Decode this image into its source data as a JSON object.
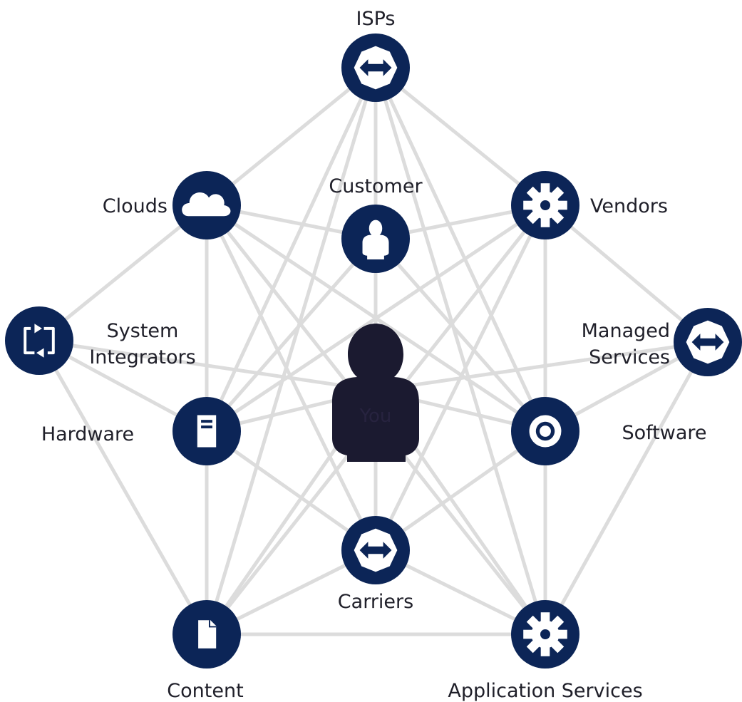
{
  "diagram": {
    "center": {
      "label": "You",
      "icon": "person-icon",
      "color": "#1b1a30"
    },
    "node_color": "#0c2557",
    "edge_color": "#dcdcdc",
    "nodes": [
      {
        "id": "isps",
        "label": "ISPs",
        "icon": "bidirectional-arrows-icon"
      },
      {
        "id": "customer",
        "label": "Customer",
        "icon": "person-icon"
      },
      {
        "id": "clouds",
        "label": "Clouds",
        "icon": "cloud-icon"
      },
      {
        "id": "vendors",
        "label": "Vendors",
        "icon": "gear-icon"
      },
      {
        "id": "system-integrators",
        "label_lines": [
          "System",
          "Integrators"
        ],
        "icon": "sync-arrows-icon"
      },
      {
        "id": "managed-services",
        "label_lines": [
          "Managed",
          "Services"
        ],
        "icon": "bidirectional-arrows-icon"
      },
      {
        "id": "hardware",
        "label": "Hardware",
        "icon": "server-icon"
      },
      {
        "id": "software",
        "label": "Software",
        "icon": "ring-icon"
      },
      {
        "id": "carriers",
        "label": "Carriers",
        "icon": "bidirectional-arrows-icon"
      },
      {
        "id": "content",
        "label": "Content",
        "icon": "document-icon"
      },
      {
        "id": "application-services",
        "label": "Application Services",
        "icon": "gear-icon"
      }
    ]
  }
}
